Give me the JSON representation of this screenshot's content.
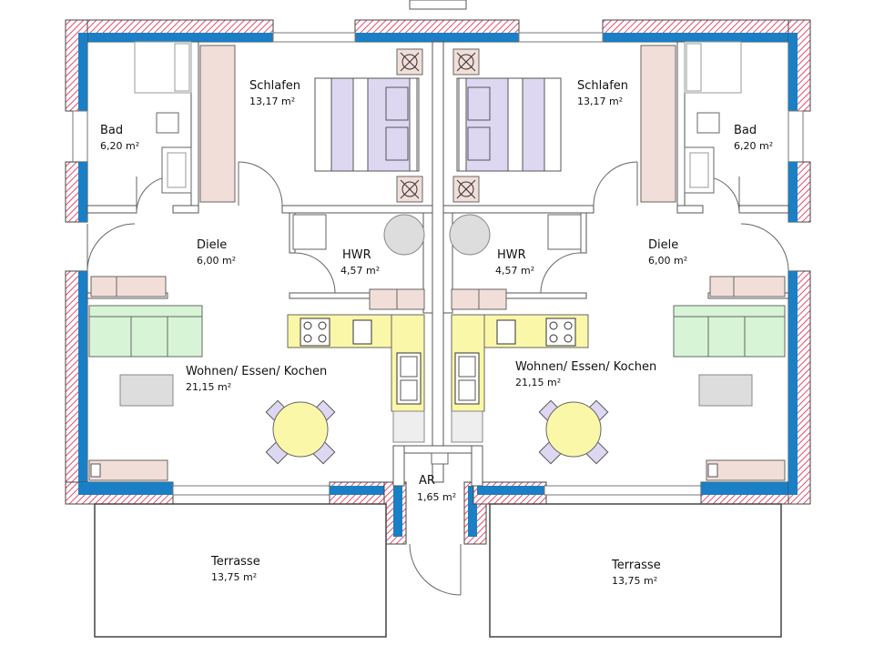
{
  "colors": {
    "exterior_wall": "#1a7fc4",
    "insulation_hatch": "#e64b6e",
    "wardrobe": "#f2ded8",
    "bed_linen": "#ded7f2",
    "sofa": "#d7f5d6",
    "dining_table": "#fbf7a8",
    "kitchen_counter": "#fbf7a8",
    "furniture_grey": "#dddddd",
    "interior_wall": "#ffffff",
    "outline": "#555555"
  },
  "rooms": {
    "bad_left": {
      "name": "Bad",
      "area": "6,20 m²"
    },
    "schlafen_left": {
      "name": "Schlafen",
      "area": "13,17 m²"
    },
    "diele_left": {
      "name": "Diele",
      "area": "6,00 m²"
    },
    "hwr_left": {
      "name": "HWR",
      "area": "4,57 m²"
    },
    "wohnen_left": {
      "name": "Wohnen/ Essen/ Kochen",
      "area": "21,15 m²"
    },
    "terrasse_left": {
      "name": "Terrasse",
      "area": "13,75 m²"
    },
    "ar": {
      "name": "AR",
      "area": "1,65 m²"
    },
    "bad_right": {
      "name": "Bad",
      "area": "6,20 m²"
    },
    "schlafen_right": {
      "name": "Schlafen",
      "area": "13,17 m²"
    },
    "diele_right": {
      "name": "Diele",
      "area": "6,00 m²"
    },
    "hwr_right": {
      "name": "HWR",
      "area": "4,57 m²"
    },
    "wohnen_right": {
      "name": "Wohnen/ Essen/ Kochen",
      "area": "21,15 m²"
    },
    "terrasse_right": {
      "name": "Terrasse",
      "area": "13,75 m²"
    }
  }
}
